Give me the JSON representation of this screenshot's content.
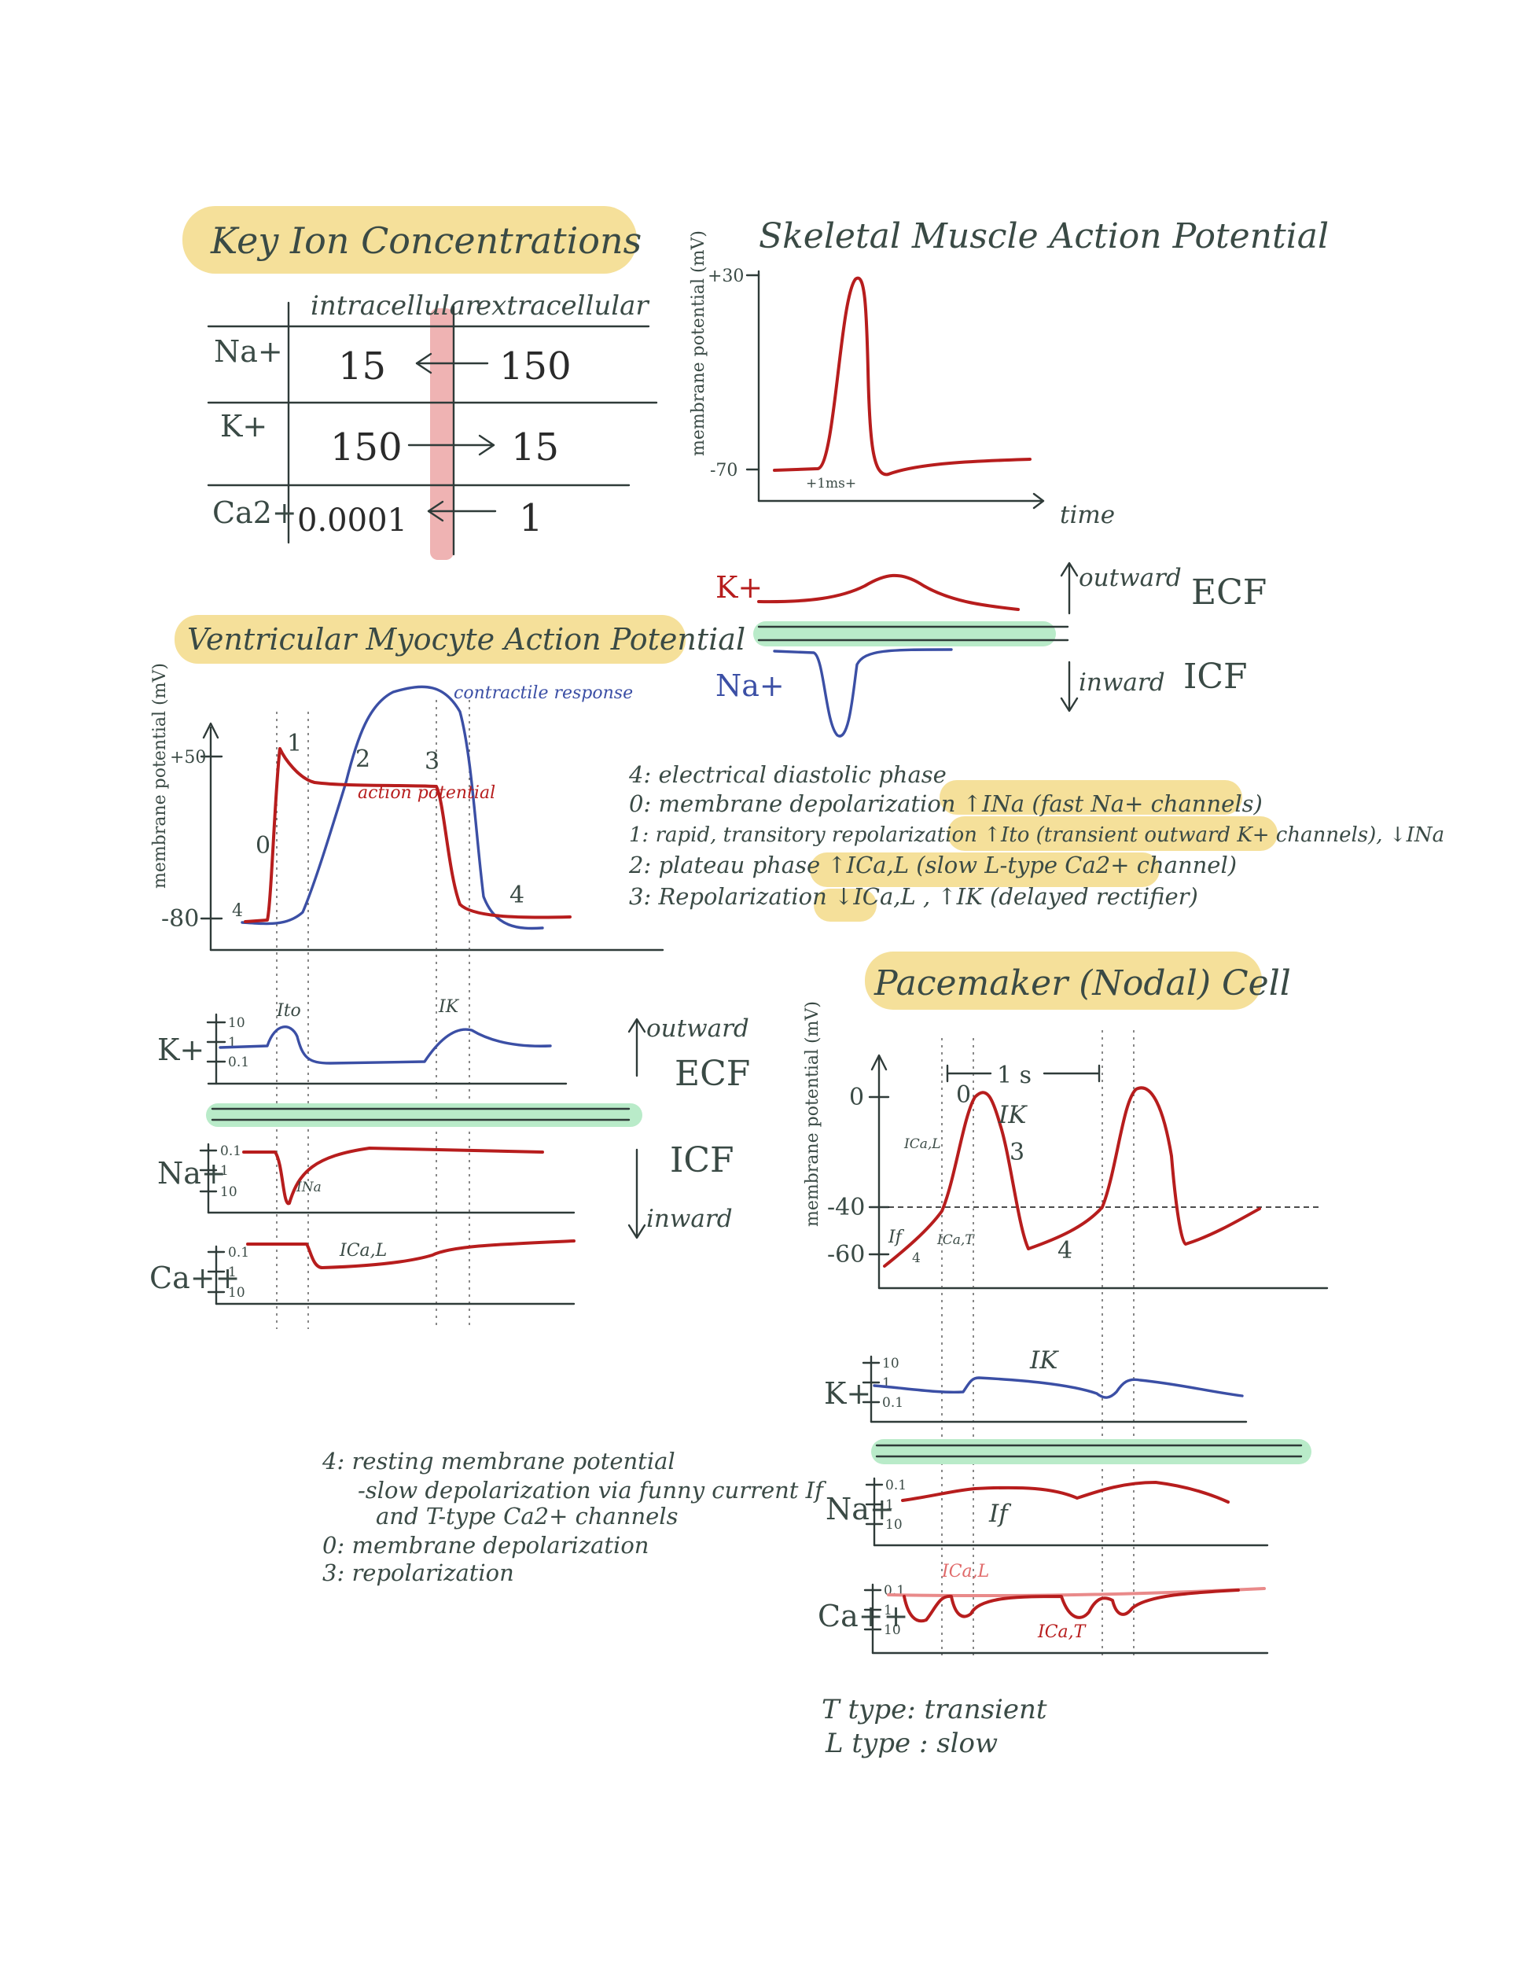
{
  "titles": {
    "ions": "Key Ion Concentrations",
    "skeletal": "Skeletal Muscle Action Potential",
    "ventricular": "Ventricular Myocyte Action Potential",
    "pacemaker": "Pacemaker (Nodal) Cell"
  },
  "ion_table": {
    "headers": [
      "intracellular",
      "extracellular"
    ],
    "rows": [
      {
        "ion": "Na+",
        "intra": "15",
        "extra": "150"
      },
      {
        "ion": "K+",
        "intra": "150",
        "extra": "15"
      },
      {
        "ion": "Ca2+",
        "intra": "0.0001",
        "extra": "1"
      }
    ]
  },
  "skeletal": {
    "ylabel": "membrane potential (mV)",
    "ytick_top": "+30",
    "ytick_bottom": "-70",
    "xlabel": "time",
    "scale": "+1ms+",
    "k_label": "K+",
    "na_label": "Na+",
    "outward": "outward",
    "inward": "inward",
    "ecf": "ECF",
    "icf": "ICF"
  },
  "ventricular": {
    "ylabel": "membrane potential (mV)",
    "ytick_top": "+50",
    "ytick_bottom": "-80",
    "contractile": "contractile response",
    "ap_label": "action potential",
    "phases": [
      "4",
      "0",
      "1",
      "2",
      "3",
      "4"
    ],
    "k_label": "K+",
    "na_label": "Na+",
    "ca_label": "Ca++",
    "conc_ticks": [
      "10",
      "1",
      "0.1"
    ],
    "i_to": "Ito",
    "i_k": "IK",
    "i_na": "INa",
    "i_cal": "ICa,L",
    "outward": "outward",
    "inward": "inward",
    "ecf": "ECF",
    "icf": "ICF"
  },
  "phase_notes": [
    "4: electrical diastolic phase",
    "0: membrane depolarization   ↑INa  (fast Na+ channels)",
    "1: rapid, transitory repolarization  ↑Ito (transient outward K+ channels), ↓INa",
    "2: plateau phase   ↑ICa,L  (slow L-type Ca2+ channel)",
    "3: Repolarization  ↓ICa,L , ↑IK   (delayed rectifier)"
  ],
  "pacemaker": {
    "ylabel": "membrane potential (mV)",
    "ticks": [
      "0",
      "-40",
      "-60"
    ],
    "period": "1 s",
    "phase0": "0",
    "phase3": "3",
    "phase4a": "4",
    "phase4b": "4",
    "i_k": "IK",
    "i_cal": "ICa,L",
    "i_f": "If",
    "i_cat": "ICa,T",
    "k_label": "K+",
    "na_label": "Na+",
    "ca_label": "Ca++",
    "conc_ticks": [
      "10",
      "1",
      "0.1"
    ]
  },
  "nodal_notes": [
    "4: resting membrane potential",
    "-slow depolarization via funny current If",
    "and T-type Ca2+ channels",
    "0: membrane depolarization",
    "3: repolarization"
  ],
  "type_notes": [
    "T type: transient",
    "L type : slow"
  ],
  "colors": {
    "highlight": "#f5e09a",
    "membrane": "#b9ebc9",
    "red": "#b71d1d",
    "blue": "#3b4fa5"
  }
}
